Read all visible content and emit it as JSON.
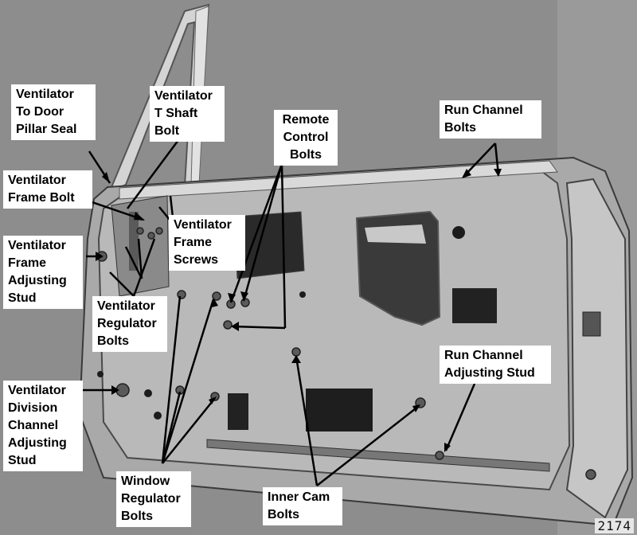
{
  "colors": {
    "background": "#8d8d8d",
    "door_panel": "#b9b9b9",
    "label_background": "#ffffff",
    "leader_line": "#000000"
  },
  "labels": {
    "ventilator_to_door_pillar_seal": "Ventilator\nTo Door\nPillar Seal",
    "ventilator_t_shaft_bolt": "Ventilator\nT Shaft\nBolt",
    "remote_control_bolts": "Remote\nControl\nBolts",
    "run_channel_bolts": "Run Channel\nBolts",
    "ventilator_frame_bolt": "Ventilator\nFrame Bolt",
    "ventilator_frame_screws": "Ventilator\nFrame\nScrews",
    "ventilator_frame_adjusting_stud": "Ventilator\nFrame\nAdjusting\nStud",
    "ventilator_regulator_bolts": "Ventilator\nRegulator\nBolts",
    "run_channel_adjusting_stud": "Run Channel\nAdjusting Stud",
    "ventilator_division_channel_adjusting_stud": "Ventilator\nDivision\nChannel\nAdjusting\nStud",
    "window_regulator_bolts": "Window\nRegulator\nBolts",
    "inner_cam_bolts": "Inner Cam\nBolts"
  },
  "figure_number": "2174"
}
